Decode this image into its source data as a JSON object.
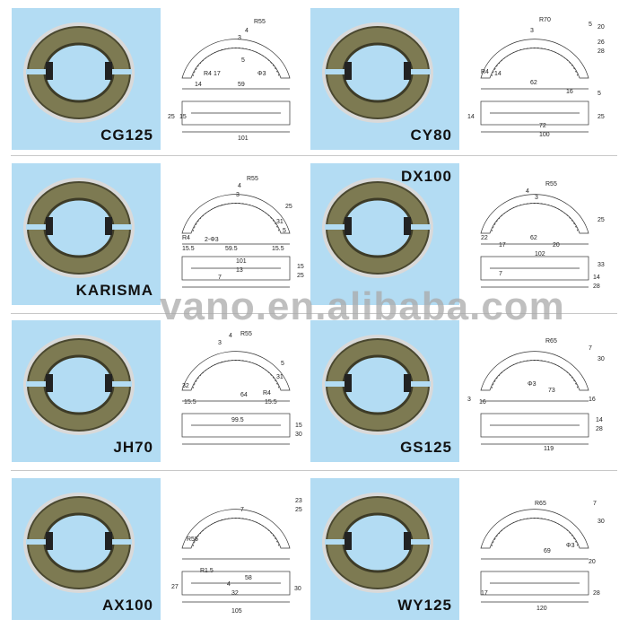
{
  "colors": {
    "photo_bg": "#b3dcf3",
    "shoe_metal": "#7d7a52",
    "lining": "#d9d9d9",
    "divider": "#c8c8c8"
  },
  "watermark": "vano.en.alibaba.com",
  "products": [
    {
      "model": "CG125",
      "dims": [
        "R55",
        "4",
        "3",
        "5",
        "Φ3",
        "R4",
        "17",
        "14",
        "59",
        "25",
        "15",
        "101"
      ]
    },
    {
      "model": "CY80",
      "dims": [
        "R70",
        "3",
        "5",
        "20",
        "26",
        "28",
        "R4",
        "14",
        "62",
        "16",
        "5",
        "14",
        "25",
        "72",
        "100"
      ]
    },
    {
      "model": "KARISMA",
      "dims": [
        "4",
        "R55",
        "3",
        "25",
        "31",
        "5",
        "R4",
        "2-Φ3",
        "15.5",
        "59.5",
        "15.5",
        "101",
        "13",
        "7",
        "15",
        "25"
      ]
    },
    {
      "model": "DX100",
      "dims": [
        "4",
        "R55",
        "3",
        "22",
        "17",
        "62",
        "20",
        "102",
        "25",
        "33",
        "7",
        "14",
        "28"
      ]
    },
    {
      "model": "JH70",
      "dims": [
        "4",
        "R55",
        "3",
        "32",
        "64",
        "15.5",
        "R4",
        "31",
        "5",
        "15.5",
        "99.5",
        "15",
        "30"
      ]
    },
    {
      "model": "GS125",
      "dims": [
        "R65",
        "7",
        "30",
        "Φ3",
        "73",
        "3",
        "16",
        "16",
        "14",
        "28",
        "119"
      ]
    },
    {
      "model": "AX100",
      "dims": [
        "7",
        "23",
        "25",
        "R55",
        "R1.5",
        "58",
        "4",
        "27",
        "32",
        "30",
        "105"
      ]
    },
    {
      "model": "WY125",
      "dims": [
        "R65",
        "7",
        "30",
        "69",
        "Φ3",
        "20",
        "17",
        "28",
        "120"
      ]
    }
  ]
}
